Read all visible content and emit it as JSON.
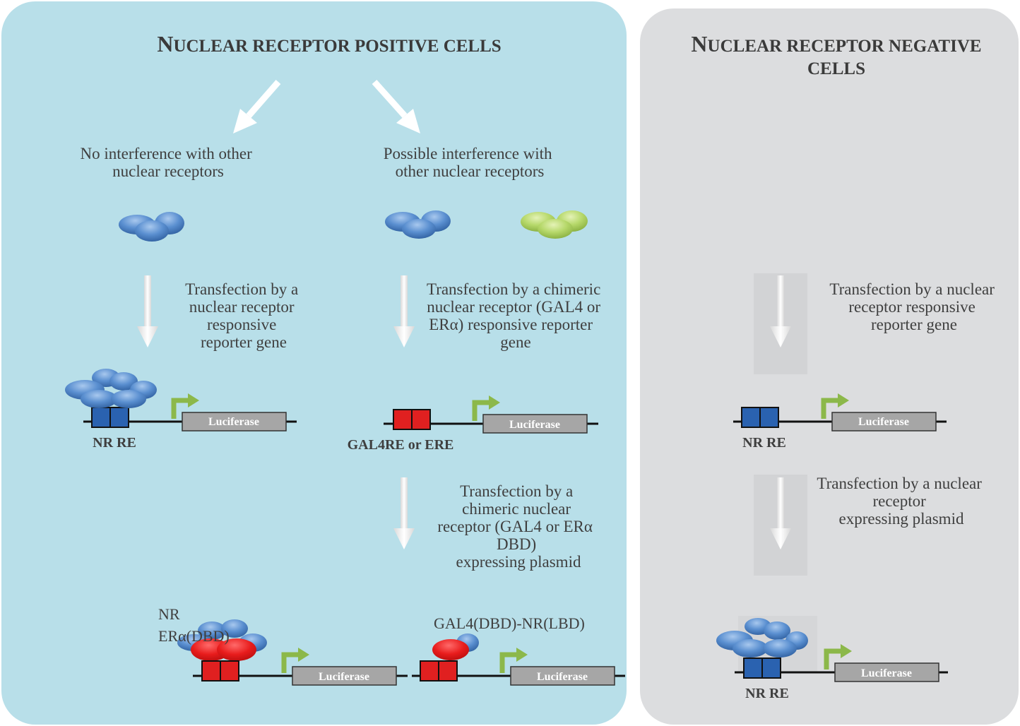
{
  "panels": {
    "positive": {
      "title_big_letter": "N",
      "title_rest": "UCLEAR RECEPTOR POSITIVE CELLS",
      "color": "#b8dfe9"
    },
    "negative": {
      "title_line1_big_letter": "N",
      "title_line1_rest": "UCLEAR RECEPTOR NEGATIVE",
      "title_line2": "CELLS",
      "color": "#dcdddf"
    }
  },
  "positive_left": {
    "caption": [
      "No interference with other",
      "nuclear receptors"
    ],
    "transfection": [
      "Transfection by a",
      "nuclear receptor",
      "responsive",
      "reporter gene"
    ],
    "reporter_label": "Luciferase",
    "element_label": "NR RE"
  },
  "positive_right": {
    "caption": [
      "Possible interference with",
      "other nuclear receptors"
    ],
    "transfection": [
      "Transfection by a chimeric",
      "nuclear receptor (GAL4 or",
      "ERα) responsive reporter",
      "gene"
    ],
    "reporter_label": "Luciferase",
    "element_label": "GAL4RE or ERE",
    "transfection2": [
      "Transfection by a",
      "chimeric nuclear",
      "receptor (GAL4 or ERα",
      "DBD)",
      "expressing plasmid"
    ]
  },
  "bottom_left": {
    "nr_label": "NR",
    "era_label": "ERα(DBD)",
    "reporter_label": "Luciferase"
  },
  "bottom_right": {
    "fusion_label": "GAL4(DBD)-NR(LBD)",
    "reporter_label": "Luciferase"
  },
  "negative_content": {
    "transfection": [
      "Transfection by a nuclear",
      "receptor responsive",
      "reporter gene"
    ],
    "reporter_label": "Luciferase",
    "element_label": "NR RE",
    "transfection2": [
      "Transfection by a nuclear",
      "receptor",
      "expressing plasmid"
    ],
    "reporter_label_2": "Luciferase",
    "element_label_2": "NR RE"
  },
  "colors": {
    "nr_blue": "#4a7fc1",
    "nr_green": "#a9cf5a",
    "re_blue": "#2a62b0",
    "re_red": "#e02020",
    "arrow_green": "#8cb84a",
    "luciferase_box": "#a6a6a6"
  }
}
